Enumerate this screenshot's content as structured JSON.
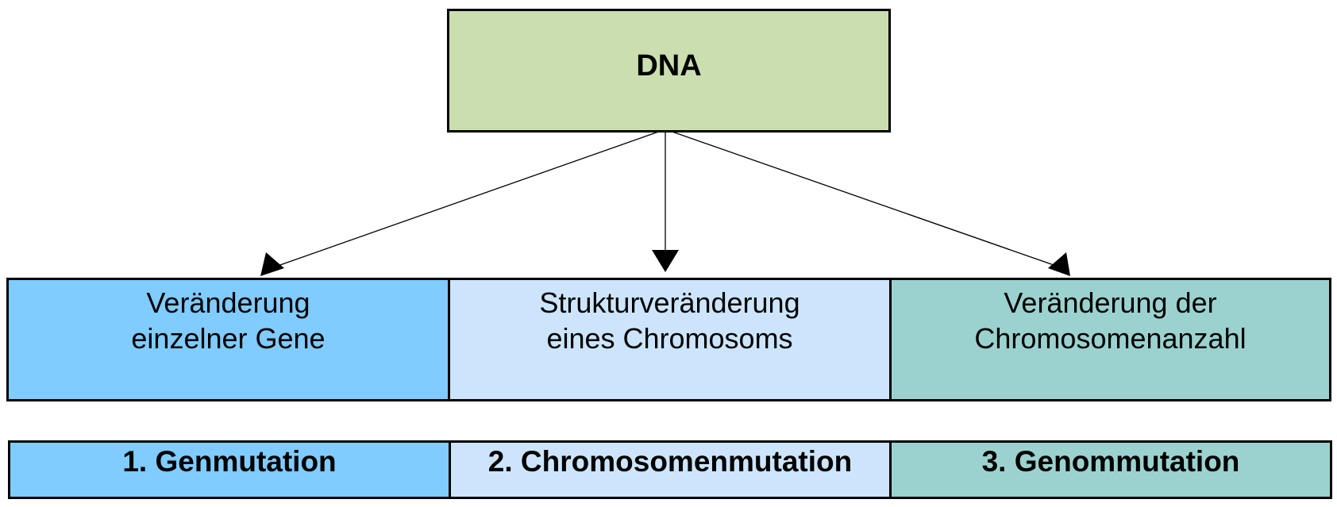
{
  "root": {
    "label": "DNA"
  },
  "categories": [
    {
      "label": "Veränderung\neinzelner Gene",
      "color": "#80cbff"
    },
    {
      "label": "Strukturveränderung\neines Chromosoms",
      "color": "#cce5fd"
    },
    {
      "label": "Veränderung der\nChromosomenanzahl",
      "color": "#9bd2cf"
    }
  ],
  "types": [
    {
      "label": "1. Genmutation",
      "color": "#80cbff"
    },
    {
      "label": "2. Chromosomenmutation",
      "color": "#cce5fd"
    },
    {
      "label": "3. Genommutation",
      "color": "#9bd2cf"
    }
  ],
  "colors": {
    "root": "#cadeb0",
    "border": "#000000"
  }
}
